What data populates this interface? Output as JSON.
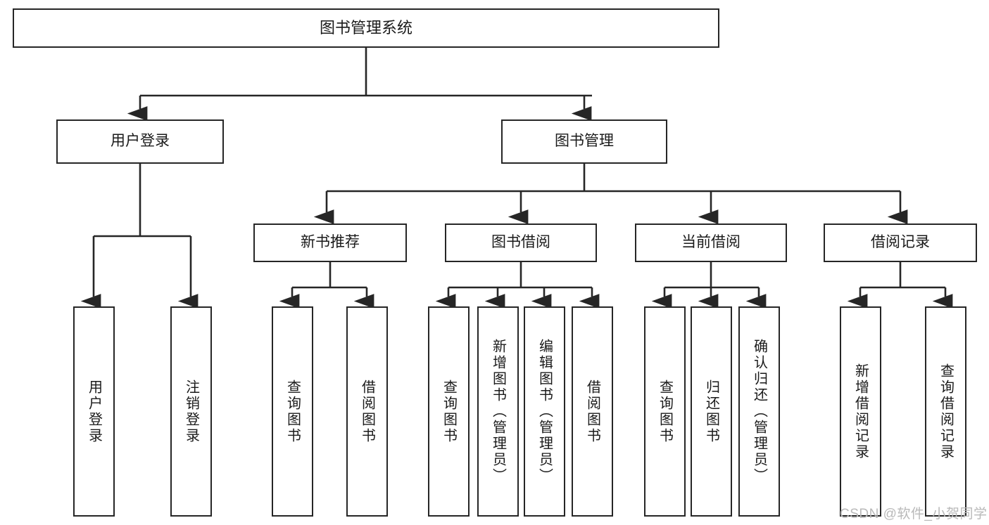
{
  "diagram": {
    "title": "图书管理系统",
    "type": "tree-hierarchy-diagram",
    "root": {
      "label": "图书管理系统"
    },
    "level2": [
      {
        "label": "用户登录"
      },
      {
        "label": "图书管理"
      }
    ],
    "level3": [
      {
        "label": "新书推荐"
      },
      {
        "label": "图书借阅"
      },
      {
        "label": "当前借阅"
      },
      {
        "label": "借阅记录"
      }
    ],
    "leaves": {
      "user_login": [
        {
          "label": "用户登录"
        },
        {
          "label": "注销登录"
        }
      ],
      "new_book_recommend": [
        {
          "label": "查询图书"
        },
        {
          "label": "借阅图书"
        }
      ],
      "book_borrow": [
        {
          "label": "查询图书"
        },
        {
          "label": "新增图书（管理员）"
        },
        {
          "label": "编辑图书（管理员）"
        },
        {
          "label": "借阅图书"
        }
      ],
      "current_borrow": [
        {
          "label": "查询图书"
        },
        {
          "label": "归还图书"
        },
        {
          "label": "确认归还（管理员）"
        }
      ],
      "borrow_record": [
        {
          "label": "新增借阅记录"
        },
        {
          "label": "查询借阅记录"
        }
      ]
    }
  },
  "watermark": {
    "text": "CSDN @软件_小贺同学"
  },
  "colors": {
    "background": "#ffffff",
    "border": "#262626",
    "text": "#1a1a1a",
    "watermark": "#b9b9b9"
  }
}
